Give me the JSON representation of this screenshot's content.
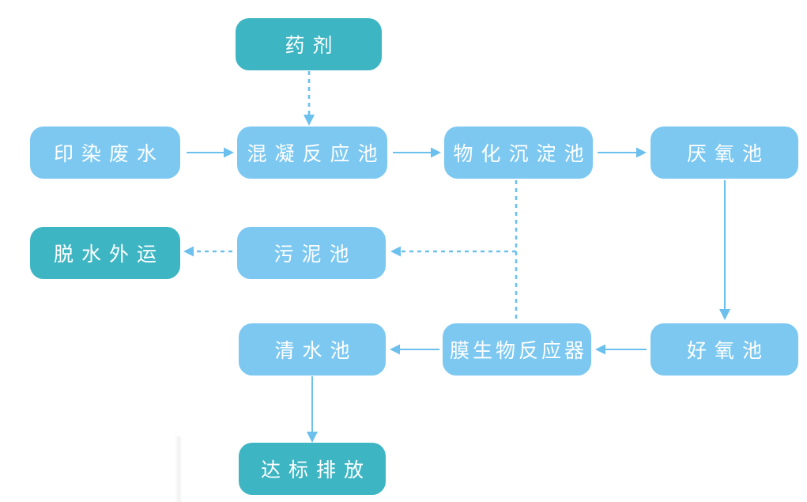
{
  "diagram": {
    "type": "flowchart",
    "subject": "wastewater-treatment-process"
  },
  "colors": {
    "node-blue": "#7cc8f1",
    "node-teal": "#3eb5c3",
    "arrow-color": "#6cc0ee",
    "text-color": "#ffffff"
  },
  "nodes": [
    {
      "id": "reagent",
      "label": "药剂",
      "variant": "teal"
    },
    {
      "id": "dyeing-wastewater",
      "label": "印染废水",
      "variant": "blue"
    },
    {
      "id": "coagulation-tank",
      "label": "混凝反应池",
      "variant": "blue"
    },
    {
      "id": "sedimentation-tank",
      "label": "物化沉淀池",
      "variant": "blue"
    },
    {
      "id": "anaerobic-tank",
      "label": "厌氧池",
      "variant": "blue"
    },
    {
      "id": "dewatering-transport",
      "label": "脱水外运",
      "variant": "teal"
    },
    {
      "id": "sludge-tank",
      "label": "污泥池",
      "variant": "blue"
    },
    {
      "id": "clean-water-tank",
      "label": "清水池",
      "variant": "blue"
    },
    {
      "id": "membrane-bioreactor",
      "label": "膜生物反应器",
      "variant": "blue"
    },
    {
      "id": "aerobic-tank",
      "label": "好氧池",
      "variant": "blue"
    },
    {
      "id": "standard-discharge",
      "label": "达标排放",
      "variant": "teal"
    }
  ],
  "edges": [
    {
      "from": "reagent",
      "to": "coagulation-tank",
      "style": "dashed",
      "arrow": true
    },
    {
      "from": "dyeing-wastewater",
      "to": "coagulation-tank",
      "style": "solid",
      "arrow": true
    },
    {
      "from": "coagulation-tank",
      "to": "sedimentation-tank",
      "style": "solid",
      "arrow": true
    },
    {
      "from": "sedimentation-tank",
      "to": "anaerobic-tank",
      "style": "solid",
      "arrow": true
    },
    {
      "from": "anaerobic-tank",
      "to": "aerobic-tank",
      "style": "solid",
      "arrow": true
    },
    {
      "from": "sedimentation-tank",
      "to": "membrane-bioreactor",
      "style": "dashed",
      "arrow": false
    },
    {
      "from": "sedimentation-tank",
      "to": "sludge-tank",
      "style": "dashed",
      "arrow": true
    },
    {
      "from": "sludge-tank",
      "to": "dewatering-transport",
      "style": "dashed",
      "arrow": true
    },
    {
      "from": "aerobic-tank",
      "to": "membrane-bioreactor",
      "style": "solid",
      "arrow": true
    },
    {
      "from": "membrane-bioreactor",
      "to": "clean-water-tank",
      "style": "solid",
      "arrow": true
    },
    {
      "from": "clean-water-tank",
      "to": "standard-discharge",
      "style": "solid",
      "arrow": true
    }
  ]
}
